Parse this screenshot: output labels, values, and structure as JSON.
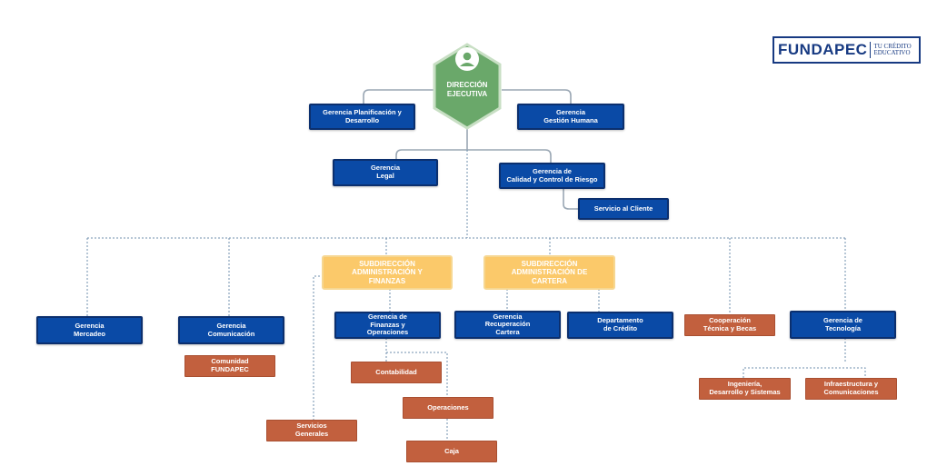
{
  "logo": {
    "name": "FUNDAPEC",
    "tagline": "TU CRÉDITO\nEDUCATIVO"
  },
  "colors": {
    "executive": "#6aa86a",
    "gerencia": "#0a4aa6",
    "subdireccion": "#fbc96a",
    "unit": "#c2603e",
    "connector": "#6f8fae"
  },
  "executive": {
    "label": "DIRECCIÓN\nEJECUTIVA",
    "icon": "person-icon"
  },
  "nodes": {
    "planificacion": "Gerencia Planificación y\nDesarrollo",
    "gestion_humana": "Gerencia\nGestión Humana",
    "legal": "Gerencia\nLegal",
    "calidad": "Gerencia de\nCalidad y Control de Riesgo",
    "servicio_cliente": "Servicio al Cliente",
    "sub_admin_finanzas": "SUBDIRECCIÓN\nADMINISTRACIÓN Y\nFINANZAS",
    "sub_admin_cartera": "SUBDIRECCIÓN\nADMINISTRACIÓN DE\nCARTERA",
    "mercadeo": "Gerencia\nMercadeo",
    "comunicacion": "Gerencia\nComunicación",
    "comunidad": "Comunidad\nFUNDAPEC",
    "finanzas_operaciones": "Gerencia de\nFinanzas y\nOperaciones",
    "contabilidad": "Contabilidad",
    "operaciones": "Operaciones",
    "caja": "Caja",
    "servicios_generales": "Servicios\nGenerales",
    "recuperacion_cartera": "Gerencia\nRecuperación\nCartera",
    "departamento_credito": "Departamento\nde Crédito",
    "cooperacion": "Cooperación\nTécnica y Becas",
    "tecnologia": "Gerencia de\nTecnología",
    "ingenieria": "Ingeniería,\nDesarrollo y Sistemas",
    "infraestructura": "Infraestructura y\nComunicaciones"
  }
}
